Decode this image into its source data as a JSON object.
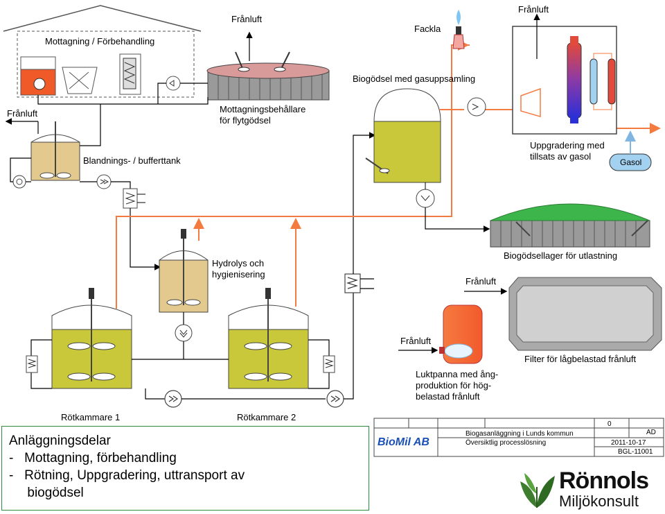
{
  "labels": {
    "franluft": "Frånluft",
    "mottagning_title": "Mottagning / Förbehandling",
    "mottagning_tank_1": "Mottagningsbehållare",
    "mottagning_tank_2": "för flytgödsel",
    "blandning": "Blandnings- / bufferttank",
    "hydrolys_1": "Hydrolys och",
    "hydrolys_2": "hygienisering",
    "rotkammare_1": "Rötkammare 1",
    "rotkammare_2": "Rötkammare 2",
    "fackla": "Fackla",
    "biogodsel_gas": "Biogödsel med gasuppsamling",
    "uppgradering_1": "Uppgradering med",
    "uppgradering_2": "tillsats av gasol",
    "gasol": "Gasol",
    "biogodsellager": "Biogödsellager för utlastning",
    "filter": "Filter för lågbelastad frånluft",
    "luktpanna_1": "Luktpanna med ång-",
    "luktpanna_2": "produktion för hög-",
    "luktpanna_3": "belastad frånluft"
  },
  "legend": {
    "title": "Anläggningsdelar",
    "items": [
      "-   Mottagning, förbehandling",
      "-   Rötning, Uppgradering, uttransport av",
      "     biogödsel"
    ]
  },
  "title_block": {
    "company": "BioMil AB",
    "project": "Biogasanläggning i Lunds kommun",
    "drawing_title": "Översiktlig processlösning",
    "rev": "0",
    "drawn_by": "AD",
    "date": "2011-10-17",
    "drawing_no": "BGL-11001"
  },
  "logo": {
    "name": "Rönnols",
    "sub": "Miljökonsult"
  },
  "colors": {
    "pipe_orange": "#f47b40",
    "tank_tan": "#e3c98e",
    "digester_green": "#c8c83a",
    "roof_green": "#3db54a",
    "tank_red": "#f05a28",
    "gasol_blue": "#a3d1f0"
  }
}
